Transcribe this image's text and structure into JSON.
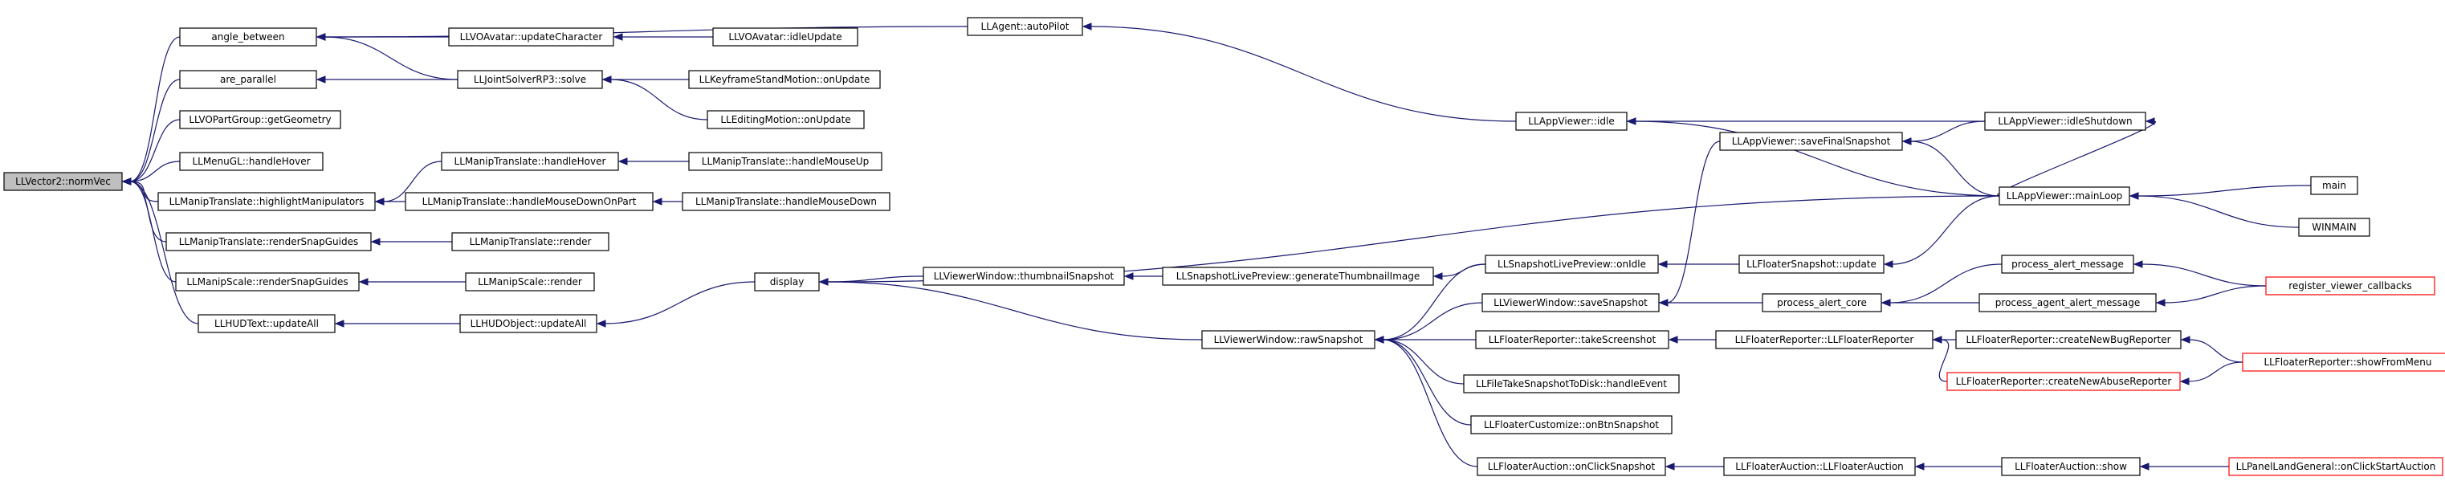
{
  "colors": {
    "edge": "#191970",
    "node_border": "#000000",
    "node_border_truncated": "#ff0000",
    "root_fill": "#bfbfbf"
  },
  "nodes": [
    {
      "id": "normVec",
      "label": "LLVector2::normVec",
      "root": true
    },
    {
      "id": "angle_between",
      "label": "angle_between"
    },
    {
      "id": "are_parallel",
      "label": "are_parallel"
    },
    {
      "id": "getGeometry",
      "label": "LLVOPartGroup::getGeometry"
    },
    {
      "id": "menuHover",
      "label": "LLMenuGL::handleHover"
    },
    {
      "id": "highlightManip",
      "label": "LLManipTranslate::highlightManipulators"
    },
    {
      "id": "renderSnapT",
      "label": "LLManipTranslate::renderSnapGuides"
    },
    {
      "id": "renderSnapS",
      "label": "LLManipScale::renderSnapGuides"
    },
    {
      "id": "hudUpdateAll",
      "label": "LLHUDText::updateAll"
    },
    {
      "id": "updateCharacter",
      "label": "LLVOAvatar::updateCharacter"
    },
    {
      "id": "jointSolve",
      "label": "LLJointSolverRP3::solve"
    },
    {
      "id": "manipHover",
      "label": "LLManipTranslate::handleHover"
    },
    {
      "id": "mouseDownOnPart",
      "label": "LLManipTranslate::handleMouseDownOnPart"
    },
    {
      "id": "manipRenderT",
      "label": "LLManipTranslate::render"
    },
    {
      "id": "manipRenderS",
      "label": "LLManipScale::render"
    },
    {
      "id": "hudObjUpdateAll",
      "label": "LLHUDObject::updateAll"
    },
    {
      "id": "idleUpdate",
      "label": "LLVOAvatar::idleUpdate"
    },
    {
      "id": "keyframeOnUpdate",
      "label": "LLKeyframeStandMotion::onUpdate"
    },
    {
      "id": "editingOnUpdate",
      "label": "LLEditingMotion::onUpdate"
    },
    {
      "id": "handleMouseUp",
      "label": "LLManipTranslate::handleMouseUp"
    },
    {
      "id": "handleMouseDown",
      "label": "LLManipTranslate::handleMouseDown"
    },
    {
      "id": "display",
      "label": "display"
    },
    {
      "id": "autoPilot",
      "label": "LLAgent::autoPilot"
    },
    {
      "id": "thumbnailSnapshot",
      "label": "LLViewerWindow::thumbnailSnapshot"
    },
    {
      "id": "rawSnapshot",
      "label": "LLViewerWindow::rawSnapshot"
    },
    {
      "id": "generateThumb",
      "label": "LLSnapshotLivePreview::generateThumbnailImage"
    },
    {
      "id": "previewOnIdle",
      "label": "LLSnapshotLivePreview::onIdle"
    },
    {
      "id": "saveSnapshot",
      "label": "LLViewerWindow::saveSnapshot"
    },
    {
      "id": "takeScreenshot",
      "label": "LLFloaterReporter::takeScreenshot"
    },
    {
      "id": "takeSnapshotToDisk",
      "label": "LLFileTakeSnapshotToDisk::handleEvent"
    },
    {
      "id": "customizeOnBtn",
      "label": "LLFloaterCustomize::onBtnSnapshot"
    },
    {
      "id": "auctionOnClick",
      "label": "LLFloaterAuction::onClickSnapshot"
    },
    {
      "id": "appIdle",
      "label": "LLAppViewer::idle"
    },
    {
      "id": "saveFinalSnapshot",
      "label": "LLAppViewer::saveFinalSnapshot"
    },
    {
      "id": "floaterSnapUpdate",
      "label": "LLFloaterSnapshot::update"
    },
    {
      "id": "processAlertCore",
      "label": "process_alert_core"
    },
    {
      "id": "floaterReporterCtor",
      "label": "LLFloaterReporter::LLFloaterReporter"
    },
    {
      "id": "floaterAuctionCtor",
      "label": "LLFloaterAuction::LLFloaterAuction"
    },
    {
      "id": "idleShutdown",
      "label": "LLAppViewer::idleShutdown"
    },
    {
      "id": "mainLoop",
      "label": "LLAppViewer::mainLoop"
    },
    {
      "id": "processAlertMsg",
      "label": "process_alert_message"
    },
    {
      "id": "processAgentAlertMsg",
      "label": "process_agent_alert_message"
    },
    {
      "id": "createNewBugReporter",
      "label": "LLFloaterReporter::createNewBugReporter"
    },
    {
      "id": "createNewAbuseReporter",
      "label": "LLFloaterReporter::createNewAbuseReporter",
      "truncated": true
    },
    {
      "id": "auctionShow",
      "label": "LLFloaterAuction::show"
    },
    {
      "id": "main",
      "label": "main"
    },
    {
      "id": "winmain",
      "label": "WINMAIN"
    },
    {
      "id": "registerViewerCallbacks",
      "label": "register_viewer_callbacks",
      "truncated": true
    },
    {
      "id": "showFromMenu",
      "label": "LLFloaterReporter::showFromMenu",
      "truncated": true
    },
    {
      "id": "onClickStartAuction",
      "label": "LLPanelLandGeneral::onClickStartAuction",
      "truncated": true
    }
  ],
  "edges": [
    [
      "angle_between",
      "normVec"
    ],
    [
      "are_parallel",
      "normVec"
    ],
    [
      "getGeometry",
      "normVec"
    ],
    [
      "menuHover",
      "normVec"
    ],
    [
      "highlightManip",
      "normVec"
    ],
    [
      "renderSnapT",
      "normVec"
    ],
    [
      "renderSnapS",
      "normVec"
    ],
    [
      "hudUpdateAll",
      "normVec"
    ],
    [
      "updateCharacter",
      "angle_between"
    ],
    [
      "jointSolve",
      "angle_between"
    ],
    [
      "autoPilot",
      "angle_between"
    ],
    [
      "jointSolve",
      "are_parallel"
    ],
    [
      "idleUpdate",
      "updateCharacter"
    ],
    [
      "keyframeOnUpdate",
      "jointSolve"
    ],
    [
      "editingOnUpdate",
      "jointSolve"
    ],
    [
      "manipHover",
      "highlightManip"
    ],
    [
      "mouseDownOnPart",
      "highlightManip"
    ],
    [
      "handleMouseUp",
      "manipHover"
    ],
    [
      "handleMouseDown",
      "mouseDownOnPart"
    ],
    [
      "manipRenderT",
      "renderSnapT"
    ],
    [
      "manipRenderS",
      "renderSnapS"
    ],
    [
      "hudObjUpdateAll",
      "hudUpdateAll"
    ],
    [
      "display",
      "hudObjUpdateAll"
    ],
    [
      "thumbnailSnapshot",
      "display"
    ],
    [
      "rawSnapshot",
      "display"
    ],
    [
      "mainLoop",
      "display"
    ],
    [
      "appIdle",
      "autoPilot"
    ],
    [
      "generateThumb",
      "thumbnailSnapshot"
    ],
    [
      "previewOnIdle",
      "generateThumb"
    ],
    [
      "previewOnIdle",
      "rawSnapshot"
    ],
    [
      "saveSnapshot",
      "rawSnapshot"
    ],
    [
      "takeScreenshot",
      "rawSnapshot"
    ],
    [
      "takeSnapshotToDisk",
      "rawSnapshot"
    ],
    [
      "customizeOnBtn",
      "rawSnapshot"
    ],
    [
      "auctionOnClick",
      "rawSnapshot"
    ],
    [
      "saveFinalSnapshot",
      "saveSnapshot"
    ],
    [
      "processAlertCore",
      "saveSnapshot"
    ],
    [
      "floaterSnapUpdate",
      "previewOnIdle"
    ],
    [
      "floaterReporterCtor",
      "takeScreenshot"
    ],
    [
      "floaterAuctionCtor",
      "auctionOnClick"
    ],
    [
      "idleShutdown",
      "appIdle"
    ],
    [
      "mainLoop",
      "appIdle"
    ],
    [
      "idleShutdown",
      "saveFinalSnapshot"
    ],
    [
      "mainLoop",
      "saveFinalSnapshot"
    ],
    [
      "mainLoop",
      "idleShutdown"
    ],
    [
      "mainLoop",
      "floaterSnapUpdate"
    ],
    [
      "processAlertMsg",
      "processAlertCore"
    ],
    [
      "processAgentAlertMsg",
      "processAlertCore"
    ],
    [
      "createNewBugReporter",
      "floaterReporterCtor"
    ],
    [
      "createNewAbuseReporter",
      "floaterReporterCtor"
    ],
    [
      "auctionShow",
      "floaterAuctionCtor"
    ],
    [
      "main",
      "mainLoop"
    ],
    [
      "winmain",
      "mainLoop"
    ],
    [
      "registerViewerCallbacks",
      "processAlertMsg"
    ],
    [
      "registerViewerCallbacks",
      "processAgentAlertMsg"
    ],
    [
      "showFromMenu",
      "createNewBugReporter"
    ],
    [
      "showFromMenu",
      "createNewAbuseReporter"
    ],
    [
      "onClickStartAuction",
      "auctionShow"
    ]
  ]
}
